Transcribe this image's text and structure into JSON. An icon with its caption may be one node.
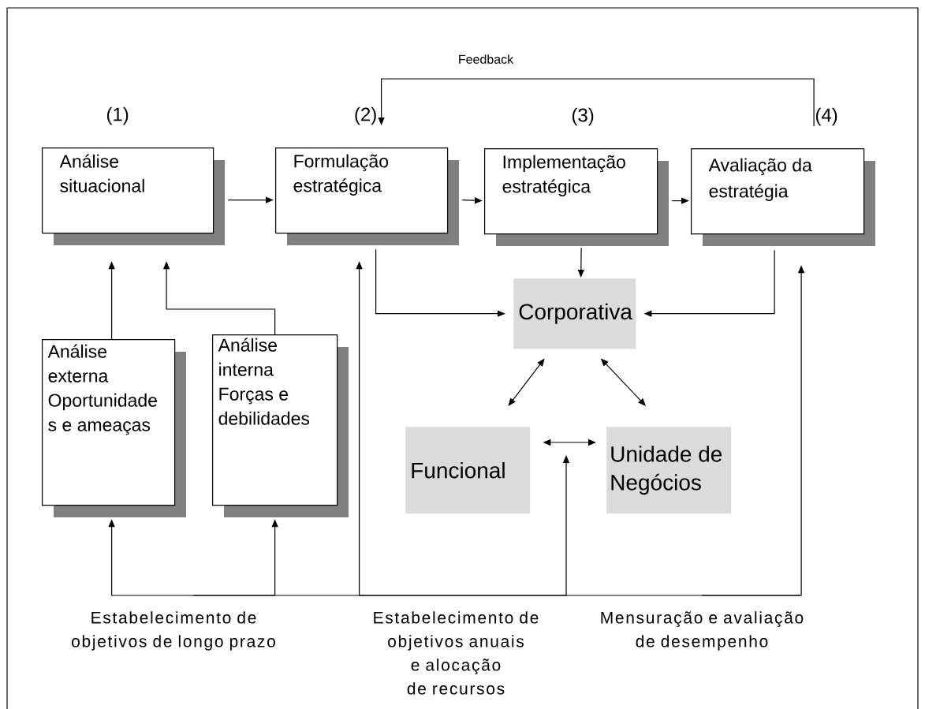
{
  "diagram": {
    "nodes": [
      {
        "text": [
          "Análise situacional"
        ],
        "beside": [
          "(1)"
        ]
      },
      {
        "text": [
          "Formulação estratégica"
        ],
        "beside": [
          "(2)"
        ]
      },
      {
        "text": [
          "Implementação estratégica"
        ],
        "beside": [
          "(3)"
        ]
      },
      {
        "text": [
          "Avaliação da estratégia"
        ],
        "beside": [
          "(4)"
        ]
      },
      {
        "text": [
          "Corporativa"
        ]
      },
      {
        "text": [
          "Análise externa Oportunidade s e ameaças"
        ]
      },
      {
        "text": [
          "Análise interna Forças e debilidades"
        ]
      },
      {
        "text": [
          "Funcional"
        ]
      },
      {
        "text": [
          "Unidade de Negócios"
        ]
      },
      {
        "text": [
          "Estabelecimento de objetivos de longo prazo"
        ]
      },
      {
        "text": [
          "Estabelecimento de objetivos anuais e alocação de recursos"
        ]
      },
      {
        "text": [
          "Mensuração e avaliação de desempenho"
        ]
      }
    ],
    "edges": [
      {
        "from": 0,
        "to": 1,
        "arrow": "to"
      },
      {
        "from": 1,
        "to": 2,
        "arrow": "to"
      },
      {
        "from": 2,
        "to": 3,
        "arrow": "to"
      },
      {
        "from": 3,
        "to": 1,
        "arrow": "to",
        "label": "Feedback"
      },
      {
        "from": 2,
        "to": 4,
        "arrow": "to"
      },
      {
        "from": 1,
        "to": 4,
        "arrow": "to"
      },
      {
        "from": 3,
        "to": 4,
        "arrow": "to"
      },
      {
        "from": 5,
        "to": 0,
        "arrow": "to"
      },
      {
        "from": 6,
        "to": 0,
        "arrow": "to"
      },
      {
        "from": 9,
        "to": 5,
        "arrow": "to"
      },
      {
        "from": 9,
        "to": 6,
        "arrow": "to"
      },
      {
        "from": 10,
        "to": 1,
        "arrow": "to"
      },
      {
        "from": 10,
        "to": null,
        "arrow": "to"
      },
      {
        "from": 11,
        "to": 3,
        "arrow": "to"
      },
      {
        "from": 4,
        "to": 7,
        "arrow": "both"
      },
      {
        "from": 4,
        "to": 8,
        "arrow": "both"
      },
      {
        "from": 7,
        "to": 8,
        "arrow": "both"
      }
    ]
  }
}
